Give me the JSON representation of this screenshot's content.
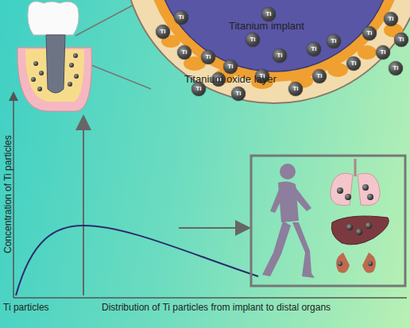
{
  "diagram": {
    "nodes": [
      {
        "text": [
          "Ti"
        ]
      },
      {
        "text": [
          "Ti"
        ]
      },
      {
        "text": [
          "Ti"
        ]
      },
      {
        "text": [
          "Ti"
        ]
      },
      {
        "text": [
          "Ti"
        ]
      },
      {
        "text": [
          "Ti"
        ]
      },
      {
        "text": [
          "Ti"
        ]
      },
      {
        "text": [
          "Ti"
        ]
      },
      {
        "text": [
          "Ti"
        ]
      },
      {
        "text": [
          "Ti"
        ]
      },
      {
        "text": [
          "Ti"
        ]
      },
      {
        "text": [
          "Ti"
        ]
      },
      {
        "text": [
          "Ti"
        ]
      },
      {
        "text": [
          "Ti"
        ]
      },
      {
        "text": [
          "Ti"
        ]
      },
      {
        "text": [
          "Ti"
        ]
      },
      {
        "text": [
          "Ti"
        ]
      },
      {
        "text": [
          "Ti"
        ]
      },
      {
        "text": [
          "Ti"
        ]
      },
      {
        "text": [
          "Ti"
        ]
      },
      {
        "text": [
          "Ti"
        ]
      },
      {
        "text": [
          "Ti"
        ]
      }
    ],
    "labels": [
      "Titanium implant",
      "Titanium oxide layer",
      "Concentration of Ti particles",
      "Ti particles",
      "Distribution of Ti particles from implant to distal organs"
    ]
  }
}
